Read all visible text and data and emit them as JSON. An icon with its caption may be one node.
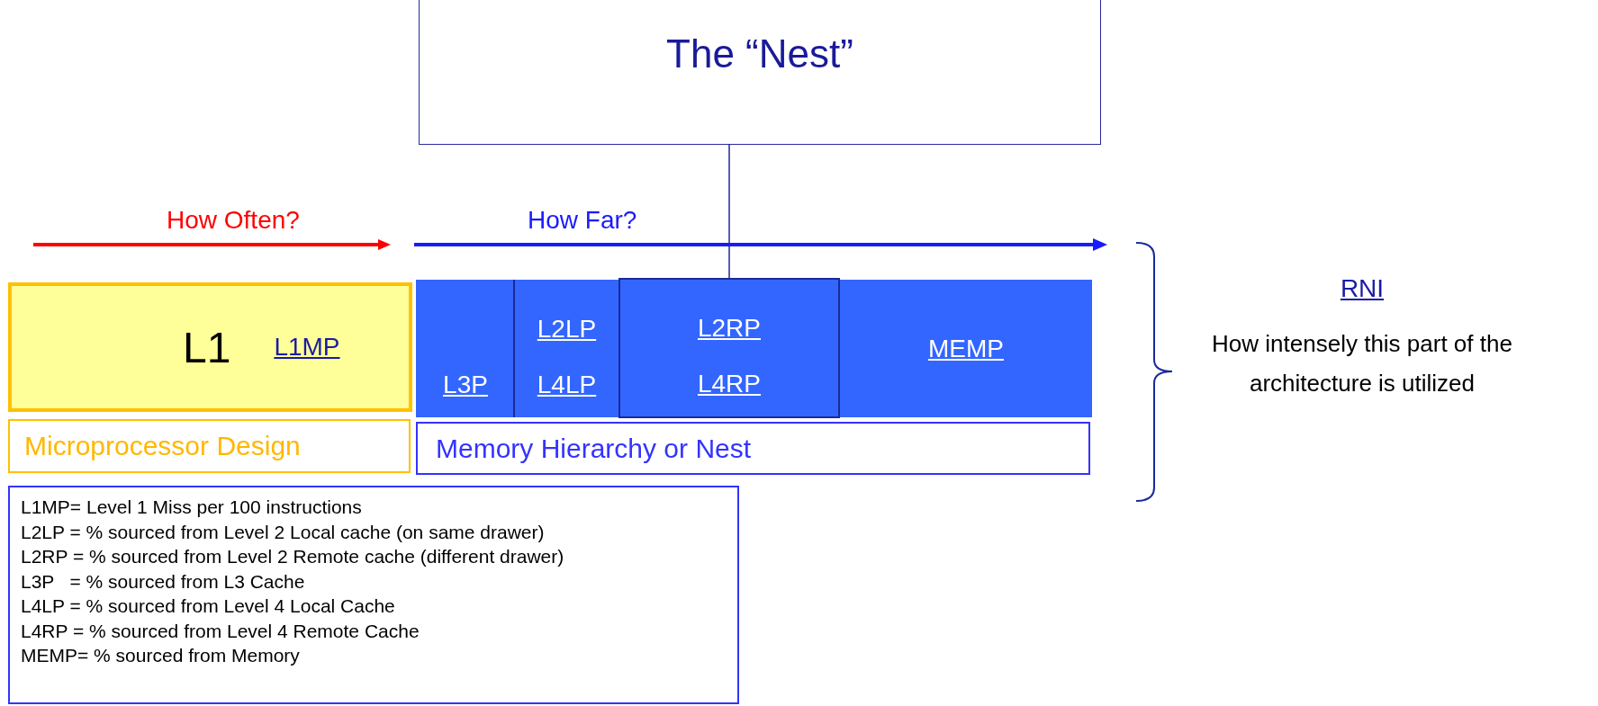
{
  "diagram": {
    "nodes": [
      {
        "text": [
          "The “Nest”"
        ]
      },
      {
        "text": [
          "L1",
          "L1MP"
        ]
      },
      {
        "text": [],
        "shape": "bar"
      },
      {
        "text": [
          "L3P"
        ],
        "in": 2
      },
      {
        "text": [
          "L2LP",
          "L4LP"
        ],
        "in": 2
      },
      {
        "text": [
          "L2RP",
          "L4RP"
        ],
        "in": 2
      },
      {
        "text": [
          "MEMP"
        ],
        "in": 2
      },
      {
        "text": [
          "Microprocessor Design"
        ]
      },
      {
        "text": [
          "Memory Hierarchy or Nest"
        ]
      },
      {
        "text": [
          "L1MP= Level 1 Miss per 100 instructions",
          "L2LP = % sourced from Level 2 Local cache (on same drawer)",
          "L2RP = % sourced from Level 2 Remote cache (different drawer)",
          "L3P   = % sourced from L3 Cache",
          "L4LP = % sourced from Level 4 Local Cache",
          "L4RP = % sourced from Level 4 Remote Cache",
          "MEMP= % sourced from Memory"
        ]
      }
    ],
    "edges": [
      {
        "from": 0,
        "to": 5,
        "arrow": "none"
      }
    ],
    "labels": [
      "How Often?",
      "How Far?",
      "RNI",
      "How intensely this part of the architecture is utilized"
    ]
  }
}
